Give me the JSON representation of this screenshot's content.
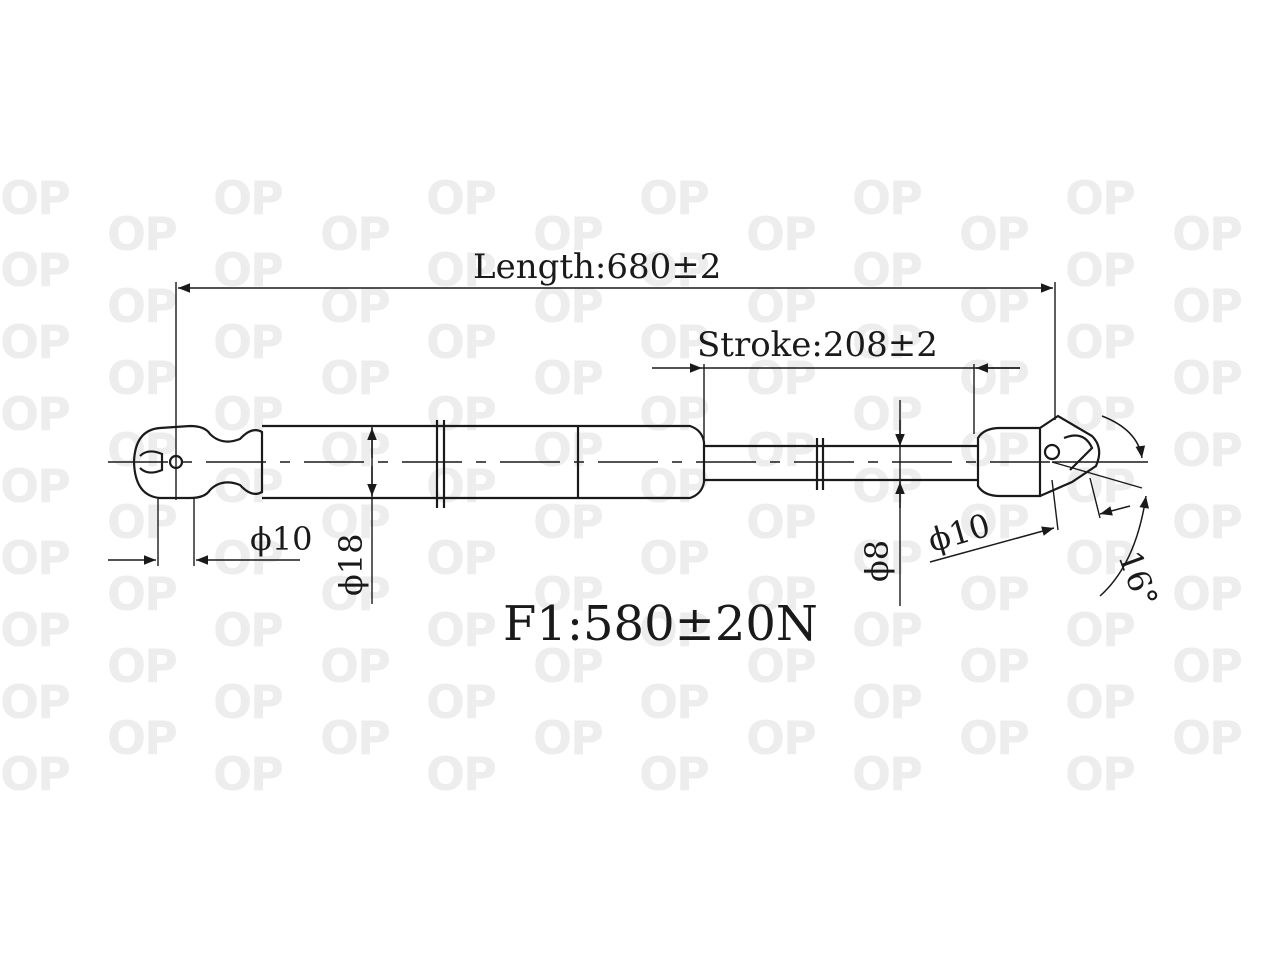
{
  "watermark": {
    "text": "OP",
    "color": "#ededed"
  },
  "dimensions": {
    "length": "Length:680±2",
    "stroke": "Stroke:208±2",
    "eye_left_diameter": "ϕ10",
    "body_diameter": "ϕ18",
    "rod_diameter": "ϕ8",
    "eye_right_diameter": "ϕ10",
    "angle": "16°",
    "force": "F1:580±20N"
  },
  "colors": {
    "line": "#1a1a1a",
    "background": "#ffffff"
  }
}
